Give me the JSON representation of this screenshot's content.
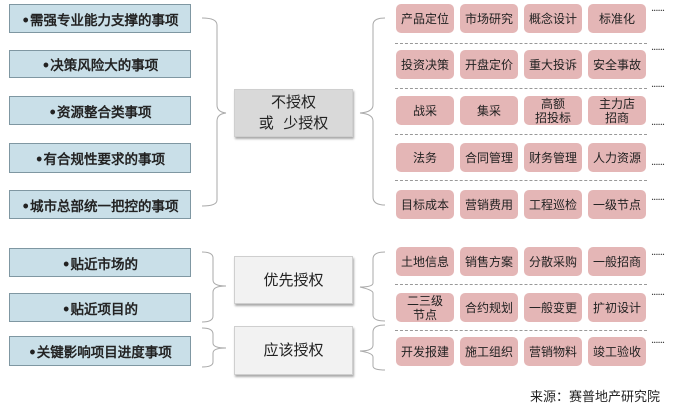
{
  "left_items": [
    "•需强专业能力支撑的事项",
    "•决策风险大的事项",
    "•资源整合类事项",
    "•有合规性要求的事项",
    "•城市总部统一把控的事项",
    "•贴近市场的",
    "•贴近项目的",
    "•关键影响项目进度事项"
  ],
  "categories": [
    {
      "line1": "不授权",
      "line2": "或  少授权"
    },
    {
      "line1": "优先授权"
    },
    {
      "line1": "应该授权"
    }
  ],
  "rows": [
    [
      "产品定位",
      "市场研究",
      "概念设计",
      "标准化"
    ],
    [
      "投资决策",
      "开盘定价",
      "重大投诉",
      "安全事故"
    ],
    [
      "战采",
      "集采",
      "高额\n招投标",
      "主力店\n招商"
    ],
    [
      "法务",
      "合同管理",
      "财务管理",
      "人力资源"
    ],
    [
      "目标成本",
      "营销费用",
      "工程巡检",
      "一级节点"
    ],
    [
      "土地信息",
      "销售方案",
      "分散采购",
      "一般招商"
    ],
    [
      "二三级\n节点",
      "合约规划",
      "一般变更",
      "扩初设计"
    ],
    [
      "开发报建",
      "施工组织",
      "营销物料",
      "竣工验收"
    ]
  ],
  "ellipsis": "······",
  "source": "来源：赛普地产研究院",
  "colors": {
    "left_fill": "#c9dfe8",
    "tile_fill": "#e4b6b6",
    "cat1_fill": "#d9d9d9",
    "cat_fill": "#f2f2f2"
  }
}
